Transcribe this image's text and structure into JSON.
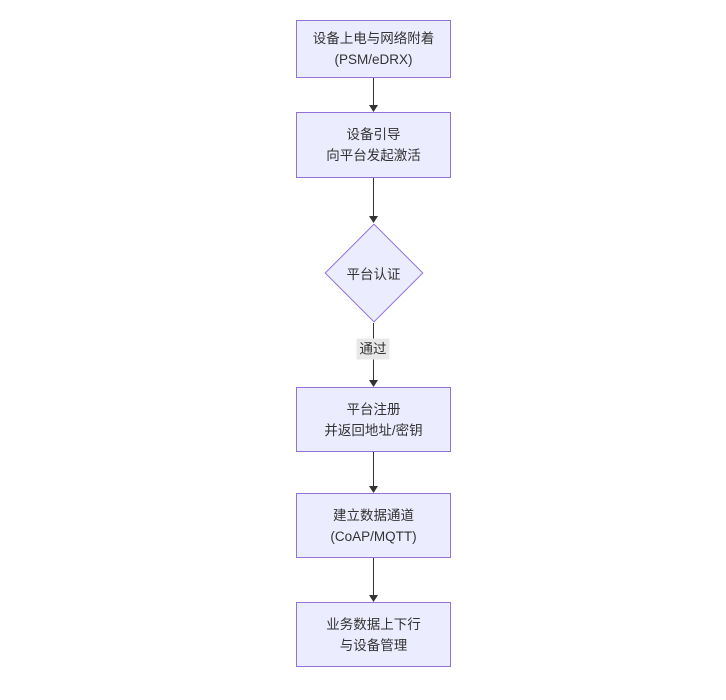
{
  "diagram": {
    "type": "flowchart-top-down",
    "colors": {
      "background": "#ffffff",
      "node_fill": "#ECECFF",
      "node_border": "#9370DB",
      "text": "#333333",
      "edge_line": "#333333",
      "edge_label_bg": "#e8e8e8"
    },
    "nodes": [
      {
        "id": "n1",
        "shape": "rect",
        "lines": [
          "设备上电与网络附着",
          "(PSM/eDRX)"
        ]
      },
      {
        "id": "n2",
        "shape": "rect",
        "lines": [
          "设备引导",
          "向平台发起激活"
        ]
      },
      {
        "id": "n3",
        "shape": "diamond",
        "lines": [
          "平台认证"
        ]
      },
      {
        "id": "n4",
        "shape": "rect",
        "lines": [
          "平台注册",
          "并返回地址/密钥"
        ]
      },
      {
        "id": "n5",
        "shape": "rect",
        "lines": [
          "建立数据通道",
          "(CoAP/MQTT)"
        ]
      },
      {
        "id": "n6",
        "shape": "rect",
        "lines": [
          "业务数据上下行",
          "与设备管理"
        ]
      }
    ],
    "edges": [
      {
        "from": "n1",
        "to": "n2",
        "label": ""
      },
      {
        "from": "n2",
        "to": "n3",
        "label": ""
      },
      {
        "from": "n3",
        "to": "n4",
        "label": "通过"
      },
      {
        "from": "n4",
        "to": "n5",
        "label": ""
      },
      {
        "from": "n5",
        "to": "n6",
        "label": ""
      }
    ]
  }
}
